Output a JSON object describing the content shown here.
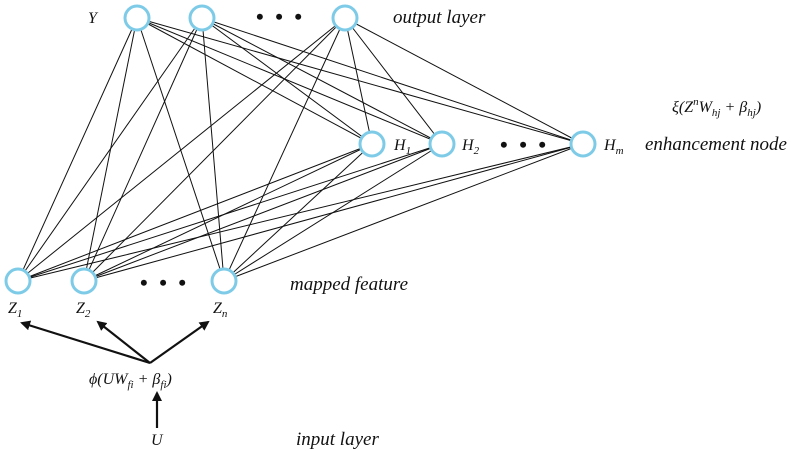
{
  "layers": {
    "output": "output layer",
    "enhancement": "enhancement node",
    "mapped": "mapped feature",
    "input": "input layer"
  },
  "output_nodes": [
    "Y",
    "",
    ""
  ],
  "enhancement_nodes": [
    {
      "base": "H",
      "sub": "1"
    },
    {
      "base": "H",
      "sub": "2"
    },
    {
      "base": "H",
      "sub": "m"
    }
  ],
  "mapped_nodes": [
    {
      "base": "Z",
      "sub": "1"
    },
    {
      "base": "Z",
      "sub": "2"
    },
    {
      "base": "Z",
      "sub": "n"
    }
  ],
  "input_label": "U",
  "ellipsis": "• • •",
  "formulas": {
    "mapped": {
      "func": "ϕ",
      "open": "(UW",
      "sub1": "fi",
      "mid": " + β",
      "sub2": "fi",
      "close": ")"
    },
    "enhancement": {
      "func": "ξ",
      "open": "(Z",
      "sup": "n",
      "mid1": "W",
      "sub1": "hj",
      "mid2": " + β",
      "sub2": "hj",
      "close": ")"
    }
  },
  "colors": {
    "node_stroke": "#7ecbe8",
    "edge": "#111111"
  }
}
